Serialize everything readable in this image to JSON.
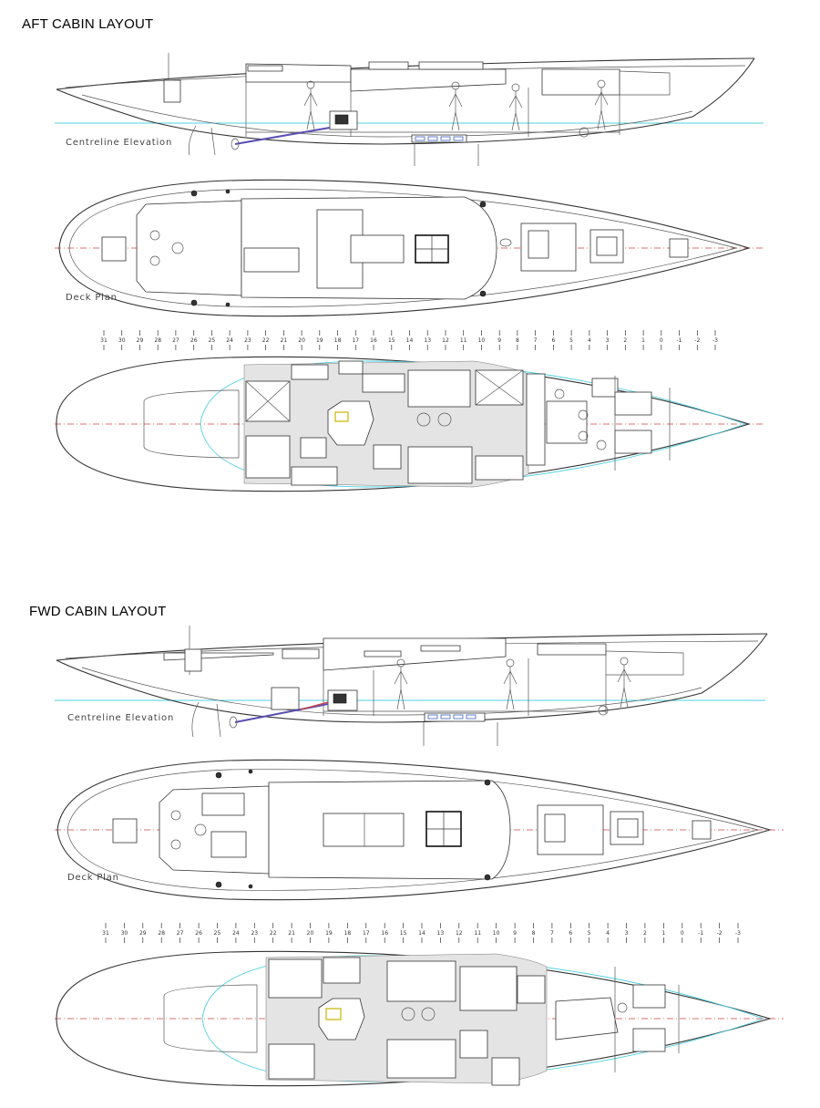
{
  "sections": [
    {
      "title": "AFT CABIN LAYOUT",
      "elevation_label": "Centreline Elevation",
      "deck_label": "Deck Plan",
      "frame_numbers": [
        "31",
        "30",
        "29",
        "28",
        "27",
        "26",
        "25",
        "24",
        "23",
        "22",
        "21",
        "20",
        "19",
        "18",
        "17",
        "16",
        "15",
        "14",
        "13",
        "12",
        "11",
        "10",
        "9",
        "8",
        "7",
        "6",
        "5",
        "4",
        "3",
        "2",
        "1",
        "0",
        "-1",
        "-2",
        "-3"
      ]
    },
    {
      "title": "FWD CABIN LAYOUT",
      "elevation_label": "Centreline Elevation",
      "deck_label": "Deck Plan",
      "frame_numbers": [
        "31",
        "30",
        "29",
        "28",
        "27",
        "26",
        "25",
        "24",
        "23",
        "22",
        "21",
        "20",
        "19",
        "18",
        "17",
        "16",
        "15",
        "14",
        "13",
        "12",
        "11",
        "10",
        "9",
        "8",
        "7",
        "6",
        "5",
        "4",
        "3",
        "2",
        "1",
        "0",
        "-1",
        "-2",
        "-3"
      ]
    }
  ],
  "colors": {
    "waterline": "#4fd0e0",
    "centreline": "#d04040",
    "propeller_shaft": "#5a4fb0"
  }
}
